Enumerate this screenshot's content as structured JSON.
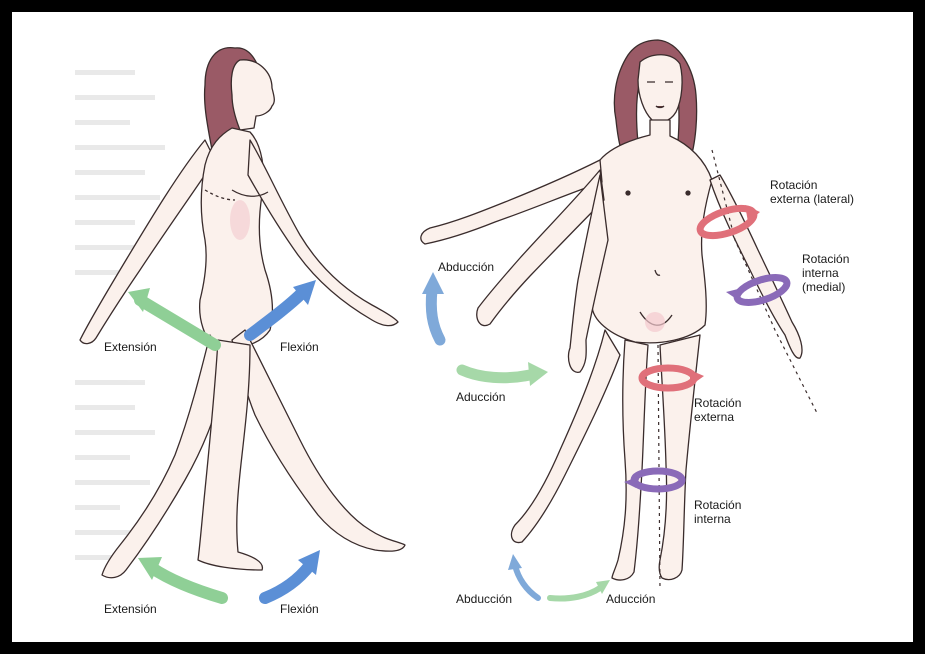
{
  "colors": {
    "frame": "#000000",
    "skin": "#fbf1ec",
    "hair": "#9a5a66",
    "outline": "#3a2c2c",
    "flexion_arrow": "#5b8fd6",
    "extension_arrow": "#8fcf96",
    "external_rotation": "#e0707a",
    "internal_rotation": "#8a6ab8",
    "abduction_arrow": "#7fa9d9",
    "adduction_arrow": "#a6d8a8"
  },
  "left_figure": {
    "label_extension_upper": "Extensión",
    "label_flexion_upper": "Flexión",
    "label_extension_lower": "Extensión",
    "label_flexion_lower": "Flexión"
  },
  "right_figure": {
    "label_abduction_upper": "Abducción",
    "label_adduction_upper": "Aducción",
    "label_ext_rot_arm": [
      "Rotación",
      "externa (lateral)"
    ],
    "label_int_rot_arm": [
      "Rotación",
      "interna",
      "(medial)"
    ],
    "label_ext_rot_leg": [
      "Rotación",
      "externa"
    ],
    "label_int_rot_leg": [
      "Rotación",
      "interna"
    ],
    "label_abduction_lower": "Abducción",
    "label_adduction_lower": "Aducción"
  }
}
